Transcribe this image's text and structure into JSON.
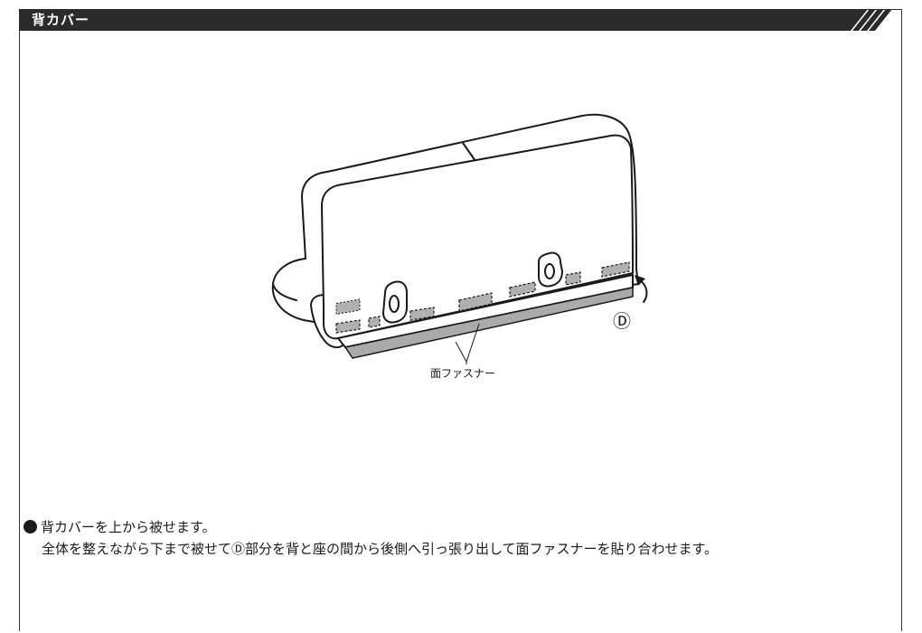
{
  "section": {
    "title": "背カバー"
  },
  "figure": {
    "label_D": "Ⓓ",
    "fastener_label": "面ファスナー"
  },
  "instruction": {
    "line1": "背カバーを上から被せます。",
    "line2": "全体を整えながら下まで被せてⒹ部分を背と座の間から後側へ引っ張り出して面ファスナーを貼り合わせます。"
  },
  "colors": {
    "header_bg": "#2b2b2b",
    "fastener_fill": "#aaaaaa"
  }
}
